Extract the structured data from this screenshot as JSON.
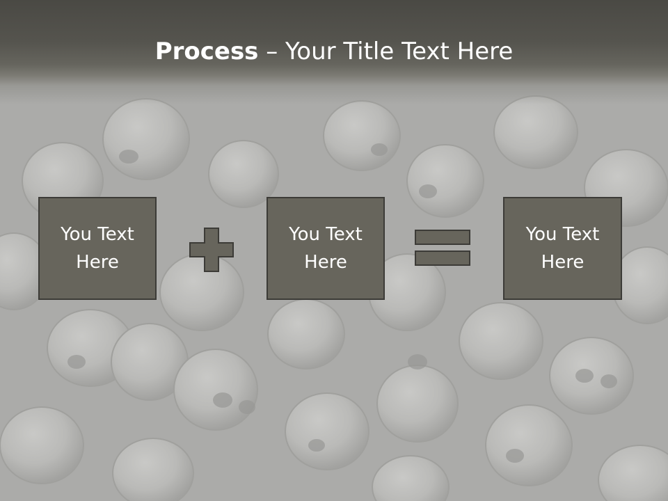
{
  "slide": {
    "title_bold": "Process",
    "title_rest": " – Your Title Text Here",
    "boxes": [
      {
        "label": "You Text Here"
      },
      {
        "label": "You Text Here"
      },
      {
        "label": "You Text Here"
      }
    ],
    "operators": [
      "plus-icon",
      "equals-icon"
    ]
  },
  "colors": {
    "title_bar": "#4a4944",
    "box_fill": "#67655c",
    "box_border": "#3c3b37",
    "operator_fill": "#67655c",
    "text": "#ffffff"
  }
}
